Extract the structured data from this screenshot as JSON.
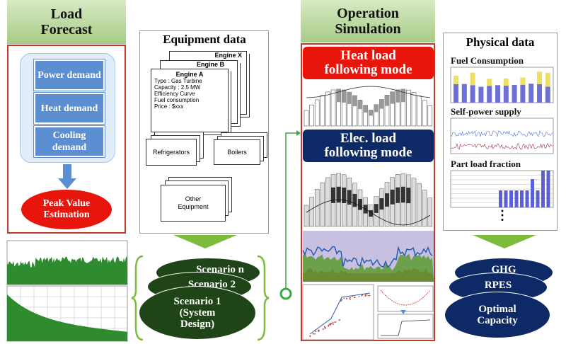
{
  "load_forecast": {
    "title": "Load\nForecast",
    "demands": [
      "Power\ndemand",
      "Heat\ndemand",
      "Cooling\ndemand"
    ],
    "peak": "Peak Value\nEstimation"
  },
  "equipment": {
    "title": "Equipment data",
    "cards": [
      "Engine X",
      "Engine B",
      "Engine A"
    ],
    "engine_a_lines": [
      "Type : Gas Turbine",
      "Capacity : 2.5 MW",
      "Efficiency Curve",
      "Fuel consumption",
      "Price : $xxx"
    ],
    "refrigerators": "Refrigerators",
    "boilers": "Boilers",
    "other": "Other\nEquipment"
  },
  "scenarios": [
    "Scenario n",
    "Scenario 2",
    "Scenario 1\n(System\nDesign)"
  ],
  "operation": {
    "title": "Operation\nSimulation",
    "heat_mode": "Heat load\nfollowing mode",
    "elec_mode": "Elec. load\nfollowing mode"
  },
  "physical": {
    "title": "Physical data",
    "fuel": "Fuel Consumption",
    "self_power": "Self-power supply",
    "part_load": "Part load fraction",
    "dots": "⋮"
  },
  "outputs": [
    "GHG",
    "RPES",
    "Optimal\nCapacity"
  ],
  "colors": {
    "header_green": "#a8cc86",
    "demand_blue": "#5b8fd1",
    "peak_red": "#e8150c",
    "heat_red": "#e8150c",
    "elec_navy": "#0d2a66",
    "scenario_green": "#1f4417",
    "output_navy": "#0d2a66",
    "arrow_green": "#7dbb3c"
  }
}
